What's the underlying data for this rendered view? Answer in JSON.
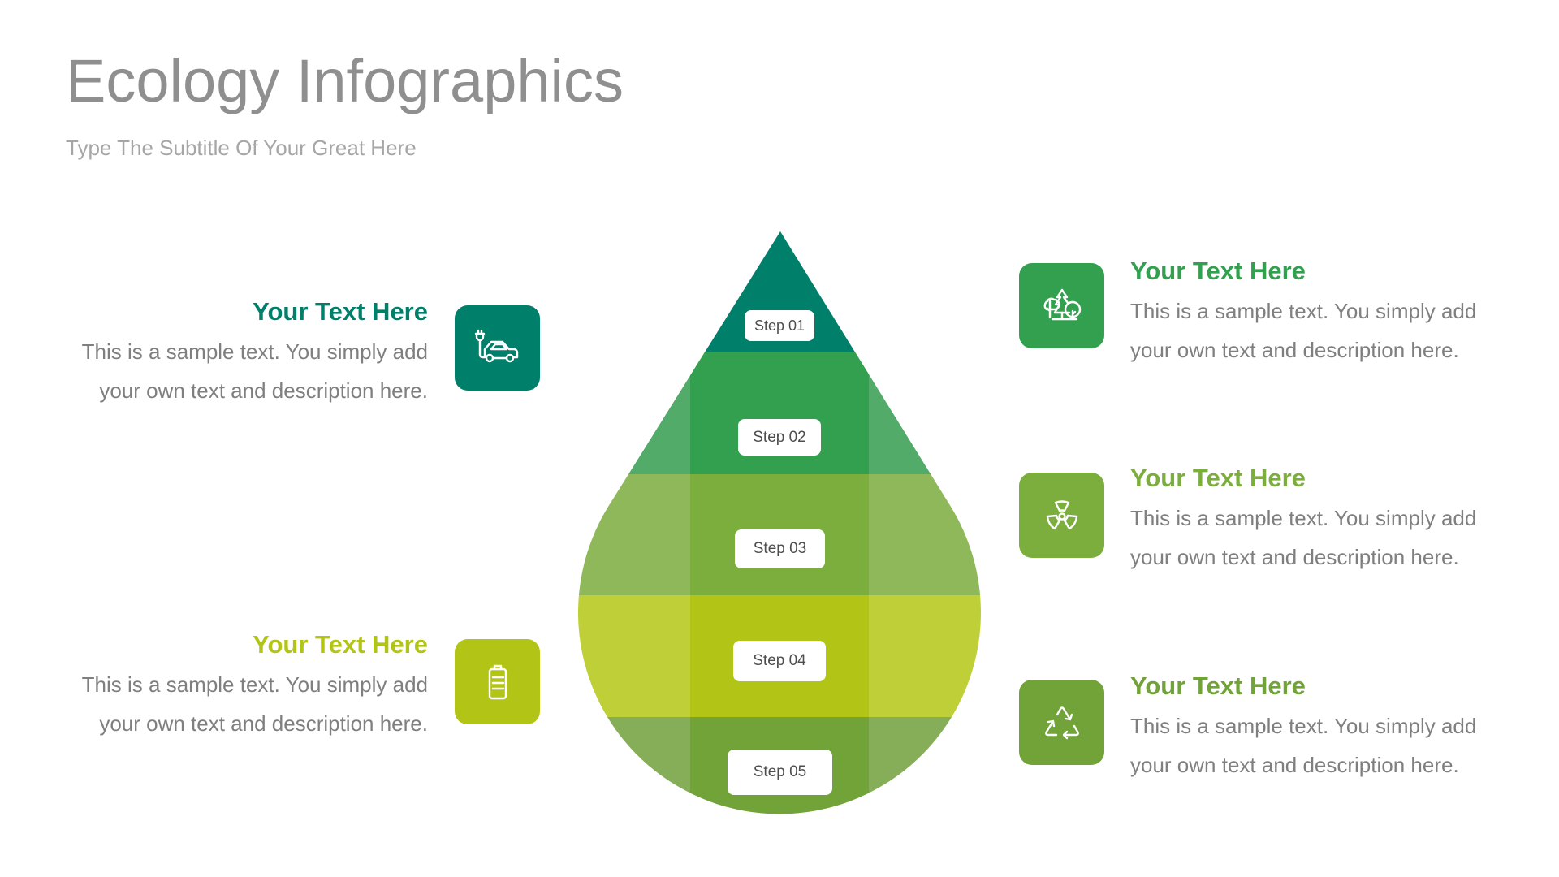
{
  "header": {
    "title": "Ecology Infographics",
    "subtitle": "Type The Subtitle Of Your Great Here"
  },
  "steps": [
    {
      "label": "Step 01",
      "color": "#007f6a",
      "side_color": "#007f6a"
    },
    {
      "label": "Step 02",
      "color": "#33a050",
      "side_color": "#52ab69"
    },
    {
      "label": "Step 03",
      "color": "#7cae3e",
      "side_color": "#8fb85a"
    },
    {
      "label": "Step 04",
      "color": "#b2c516",
      "side_color": "#bfcf38"
    },
    {
      "label": "Step 05",
      "color": "#71a339",
      "side_color": "#86ae59"
    }
  ],
  "left_items": [
    {
      "heading": "Your Text Here",
      "body": "This is a sample text. You simply add your own text and description here.",
      "icon": "electric-car-icon",
      "color": "#007f6a"
    },
    {
      "heading": "Your Text Here",
      "body": "This is a sample text. You simply add your own text and description here.",
      "icon": "battery-icon",
      "color": "#b2c516"
    }
  ],
  "right_items": [
    {
      "heading": "Your Text Here",
      "body": "This is a sample text. You simply add your own text and description here.",
      "icon": "trees-icon",
      "color": "#33a050"
    },
    {
      "heading": "Your Text Here",
      "body": "This is a sample text. You simply add your own text and description here.",
      "icon": "radiation-icon",
      "color": "#7cae3e"
    },
    {
      "heading": "Your Text Here",
      "body": "This is a sample text. You simply add your own text and description here.",
      "icon": "recycle-icon",
      "color": "#71a339"
    }
  ]
}
